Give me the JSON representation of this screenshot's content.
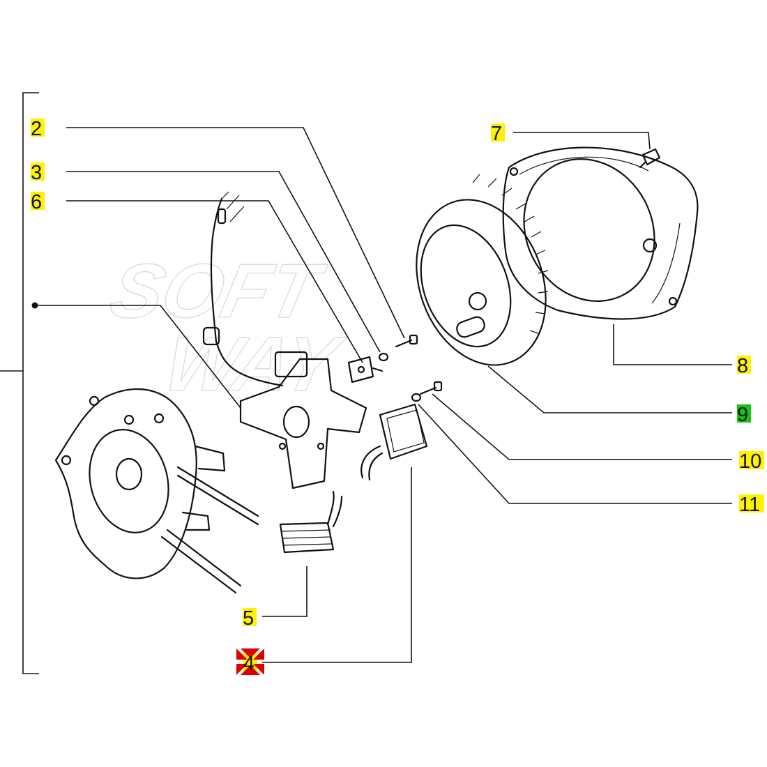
{
  "labels": {
    "p2": "2",
    "p3": "3",
    "p6": "6",
    "p7": "7",
    "p8": "8",
    "p9": "9",
    "p10": "10",
    "p11": "11",
    "p5": "5",
    "p4": "4"
  },
  "watermark": {
    "line1": "SOFT",
    "line2": "WAY"
  },
  "colors": {
    "highlight_yellow": "#fff200",
    "highlight_green": "#16c60c",
    "marker_red": "#e00000",
    "ink": "#111111"
  },
  "icons": {
    "selected_marker": "red-cross-arrows-icon"
  }
}
